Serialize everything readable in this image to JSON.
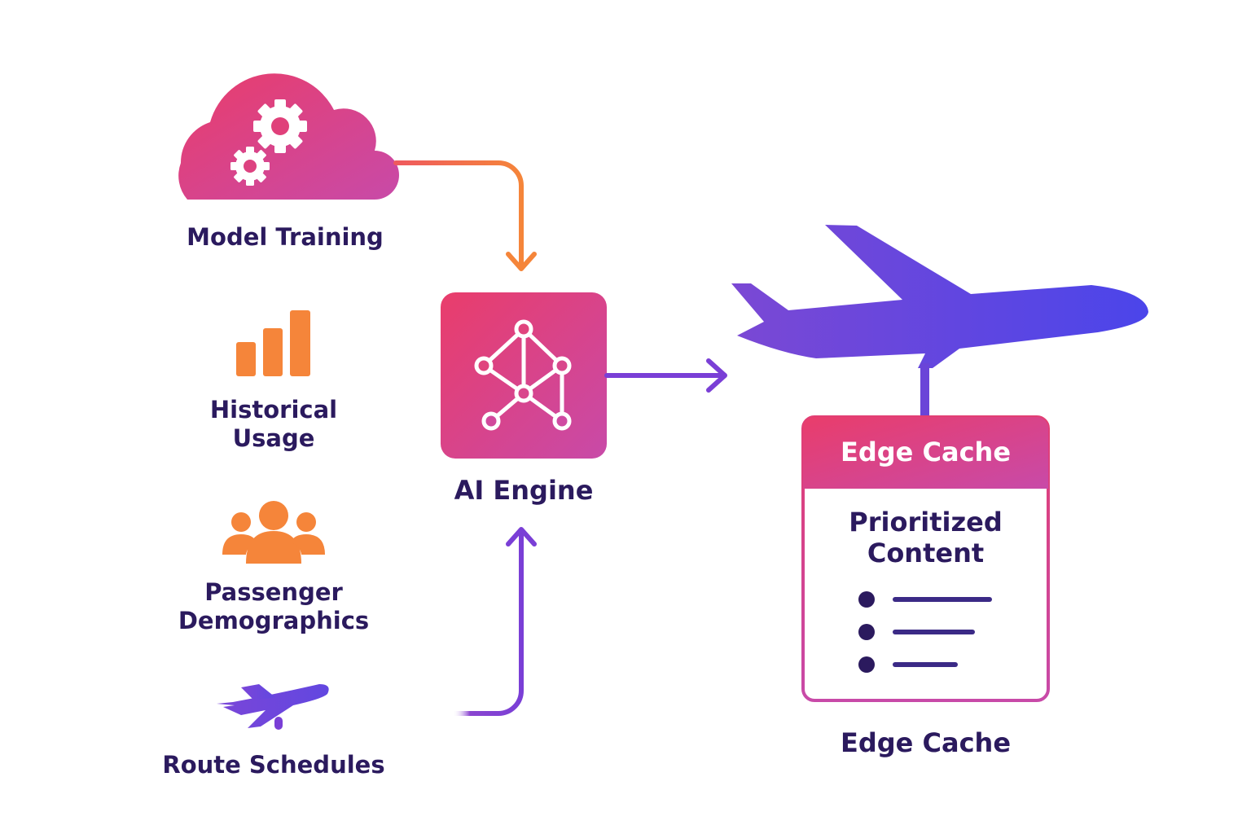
{
  "nodes": {
    "model_training": {
      "label": "Model Training",
      "icon": "cloud-gears-icon"
    },
    "historical_usage": {
      "label_line1": "Historical",
      "label_line2": "Usage",
      "icon": "bar-chart-icon"
    },
    "passenger_demographics": {
      "label_line1": "Passenger",
      "label_line2": "Demographics",
      "icon": "people-icon"
    },
    "route_schedules": {
      "label": "Route Schedules",
      "icon": "airplane-icon"
    },
    "ai_engine": {
      "label": "AI Engine",
      "icon": "network-graph-icon"
    },
    "aircraft": {
      "icon": "airplane-icon"
    },
    "edge_cache": {
      "header": "Edge Cache",
      "content_line1": "Prioritized",
      "content_line2": "Content",
      "list_items": 3,
      "caption": "Edge Cache"
    }
  },
  "colors": {
    "pink": "#e23e73",
    "magenta": "#c84aa8",
    "orange": "#f5853a",
    "purple": "#7a3fd6",
    "violet": "#5a48e6",
    "navy": "#2b1a5e"
  }
}
